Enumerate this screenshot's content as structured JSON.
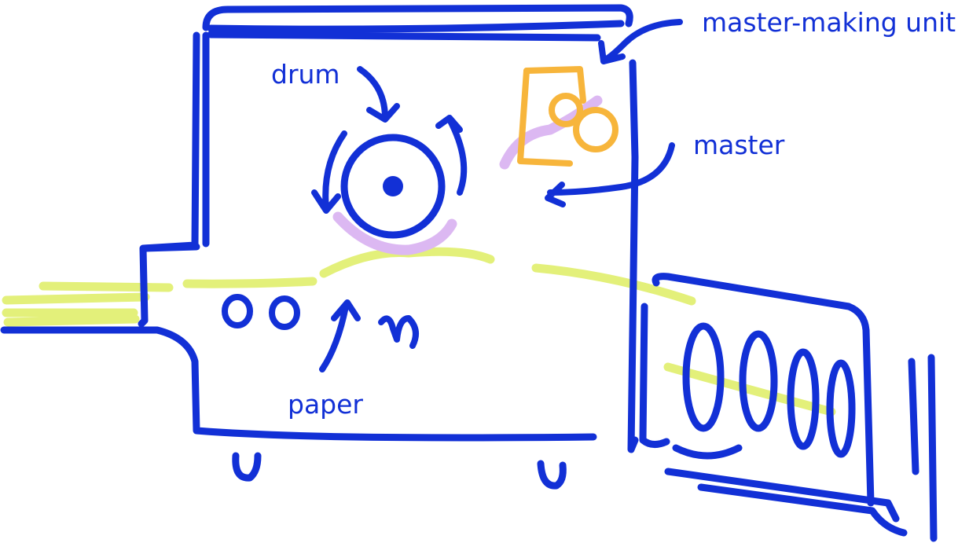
{
  "labels": {
    "master_making_unit": "master-making unit",
    "drum": "drum",
    "master": "master",
    "paper": "paper"
  },
  "colors": {
    "ink": "#1230d6",
    "paper_path": "#e3f07a",
    "master_sheet": "#dcb8f2",
    "master_unit": "#f7b53b",
    "background": "#ffffff"
  }
}
